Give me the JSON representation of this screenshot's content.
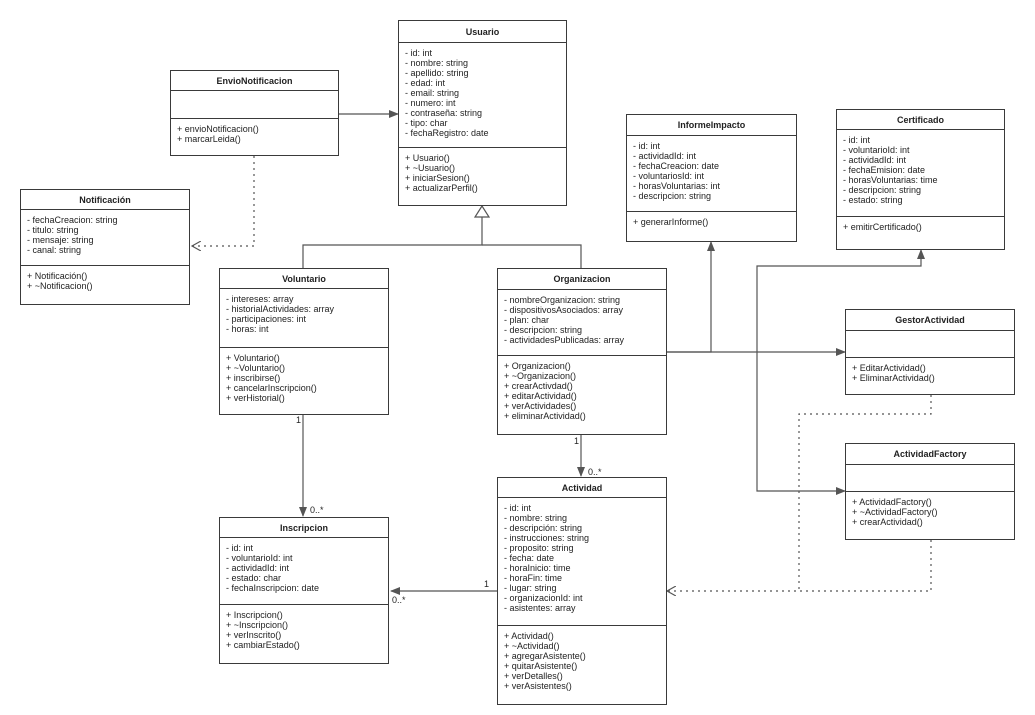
{
  "classes": {
    "usuario": {
      "name": "Usuario",
      "attributes": [
        "- id: int",
        "- nombre: string",
        "- apellido: string",
        "- edad: int",
        "- email: string",
        "- numero: int",
        "- contraseña: string",
        "- tipo: char",
        "- fechaRegistro: date"
      ],
      "operations": [
        "+ Usuario()",
        "+ ~Usuario()",
        "+ iniciarSesion()",
        "+ actualizarPerfil()"
      ]
    },
    "envio_notificacion": {
      "name": "EnvioNotificacion",
      "attributes": [],
      "operations": [
        "+ envioNotificacion()",
        "+ marcarLeida()"
      ]
    },
    "notificacion": {
      "name": "Notificación",
      "attributes": [
        "- fechaCreacion: string",
        "- titulo: string",
        "- mensaje: string",
        "- canal: string"
      ],
      "operations": [
        "+ Notificación()",
        "+ ~Notificacion()"
      ]
    },
    "informe_impacto": {
      "name": "InformeImpacto",
      "attributes": [
        "- id: int",
        "- actividadId: int",
        "- fechaCreacion: date",
        "- voluntariosId: int",
        "- horasVoluntarias: int",
        "- descripcion: string"
      ],
      "operations": [
        "+ generarInforme()"
      ]
    },
    "certificado": {
      "name": "Certificado",
      "attributes": [
        "- id: int",
        "- voluntarioId: int",
        "- actividadId: int",
        "- fechaEmision: date",
        "- horasVoluntarias: time",
        "- descripcion: string",
        "- estado: string"
      ],
      "operations": [
        "+ emitirCertificado()"
      ]
    },
    "voluntario": {
      "name": "Voluntario",
      "attributes": [
        "- intereses: array",
        "- historialActividades: array",
        "- participaciones: int",
        "- horas: int"
      ],
      "operations": [
        "+ Voluntario()",
        "+ ~Voluntario()",
        "+ inscribirse()",
        "+ cancelarInscripcion()",
        "+ verHistorial()"
      ]
    },
    "organizacion": {
      "name": "Organizacion",
      "attributes": [
        "- nombreOrganizacion: string",
        "- dispositivosAsociados: array",
        "- plan: char",
        "- descripcion: string",
        "- actividadesPublicadas: array"
      ],
      "operations": [
        "+ Organizacion()",
        "+ ~Organizacion()",
        "+ crearActivdad()",
        "+ editarActividad()",
        "+ verActividades()",
        "+ eliminarActividad()"
      ]
    },
    "gestor_actividad": {
      "name": "GestorActividad",
      "attributes": [],
      "operations": [
        "+ EditarActividad()",
        "+ EliminarActividad()"
      ]
    },
    "actividad_factory": {
      "name": "ActividadFactory",
      "attributes": [],
      "operations": [
        "+ ActividadFactory()",
        "+ ~ActividadFactory()",
        "+ crearActividad()"
      ]
    },
    "inscripcion": {
      "name": "Inscripcion",
      "attributes": [
        "- id: int",
        "- voluntarioId: int",
        "- actividadId: int",
        "- estado: char",
        "- fechaInscripcion: date"
      ],
      "operations": [
        "+ Inscripcion()",
        "+ ~Inscripcion()",
        "+ verInscrito()",
        "+ cambiarEstado()"
      ]
    },
    "actividad": {
      "name": "Actividad",
      "attributes": [
        "- id: int",
        "- nombre: string",
        "- descripción: string",
        "- instrucciones: string",
        "- proposito: string",
        "- fecha: date",
        "- horaInicio: time",
        "- horaFin: time",
        "- lugar: string",
        "- organizacionId: int",
        "- asistentes: array"
      ],
      "operations": [
        "+ Actividad()",
        "+ ~Actividad()",
        "+ agregarAsistente()",
        "+ quitarAsistente()",
        "+ verDetalles()",
        "+ verAsistentes()"
      ]
    }
  },
  "multiplicities": {
    "voluntario_end": "1",
    "inscripcion_top_end": "0..*",
    "organizacion_end": "1",
    "actividad_top_end": "0..*",
    "actividad_left_end": "1",
    "inscripcion_right_end": "0..*"
  },
  "colors": {
    "line": "#555555",
    "border": "#3a3a3a",
    "text": "#222222"
  }
}
